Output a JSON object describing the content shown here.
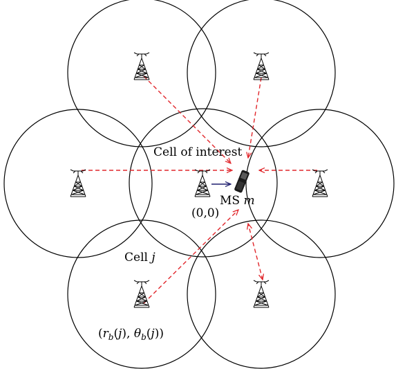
{
  "labels": {
    "cell_of_interest": "Cell of interest",
    "ms_prefix": "MS ",
    "ms_var": "m",
    "origin": "(0,0)",
    "cell_j_prefix": "Cell ",
    "cell_j_var": "j"
  },
  "colors": {
    "cell_outline": "#000000",
    "interference_link": "#e1262b",
    "serving_link": "#1e1e6e",
    "tower": "#000000",
    "mobile_station": "#1a1a1a"
  },
  "icons": {
    "base_station": "cell-tower-icon",
    "mobile_station": "mobile-phone-icon"
  }
}
